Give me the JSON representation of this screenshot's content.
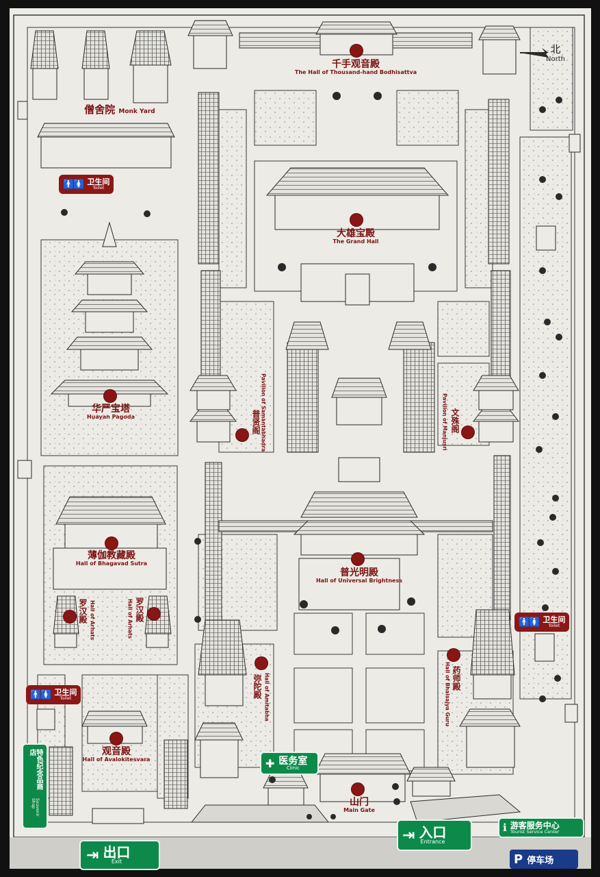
{
  "map": {
    "north": {
      "zh": "北",
      "en": "North"
    },
    "halls": {
      "thousand_hand": {
        "zh": "千手观音殿",
        "en": "The Hall of Thousand-hand Bodhisattva"
      },
      "monk_yard": {
        "zh": "僧舍院",
        "en": "Monk Yard"
      },
      "grand_hall": {
        "zh": "大雄宝殿",
        "en": "The Grand Hall"
      },
      "huayan_pagoda": {
        "zh": "华严宝塔",
        "en": "Huayan Pagoda"
      },
      "samantabhadra": {
        "zh": "普贤阁",
        "en": "Pavilion of Samantabhadra"
      },
      "manjusri": {
        "zh": "文殊阁",
        "en": "Pavilion of Manjusri"
      },
      "bhagavad": {
        "zh": "薄伽教藏殿",
        "en": "Hall of Bhagavad Sutra"
      },
      "arhats_left": {
        "zh": "罗汉殿",
        "en": "Hall of Arhats"
      },
      "arhats_right": {
        "zh": "罗汉殿",
        "en": "Hall of Arhats"
      },
      "universal": {
        "zh": "普光明殿",
        "en": "Hall of Universal Brightness"
      },
      "amitabha": {
        "zh": "弥陀殿",
        "en": "Hall of Amitabha"
      },
      "bhaisajya": {
        "zh": "药师殿",
        "en": "Hall of Bhaisajya Guru"
      },
      "avalokitesvara": {
        "zh": "观音殿",
        "en": "Hall of Avalokitesvara"
      },
      "main_gate": {
        "zh": "山门",
        "en": "Main Gate"
      }
    },
    "facilities": {
      "toilet_1": {
        "zh": "卫生间",
        "en": "Toilet"
      },
      "toilet_2": {
        "zh": "卫生间",
        "en": "Toilet"
      },
      "toilet_3": {
        "zh": "卫生间",
        "en": "Toilet"
      },
      "clinic": {
        "zh": "医务室",
        "en": "Clinic"
      },
      "entrance": {
        "zh": "入口",
        "en": "Entrance"
      },
      "exit": {
        "zh": "出口",
        "en": "Exit"
      },
      "tourist_center": {
        "zh": "游客服务中心",
        "en": "Tourist Service Center"
      },
      "parking": {
        "zh": "停车场",
        "icon": "P"
      },
      "souvenir": {
        "zh": "特色纪念品商店",
        "en": "Souvenir Shop"
      }
    },
    "colors": {
      "marker": "#8a1515",
      "facility_green": "#0d8a4a",
      "sign_board": "#ecebe6",
      "line": "#3a3a3a"
    }
  }
}
